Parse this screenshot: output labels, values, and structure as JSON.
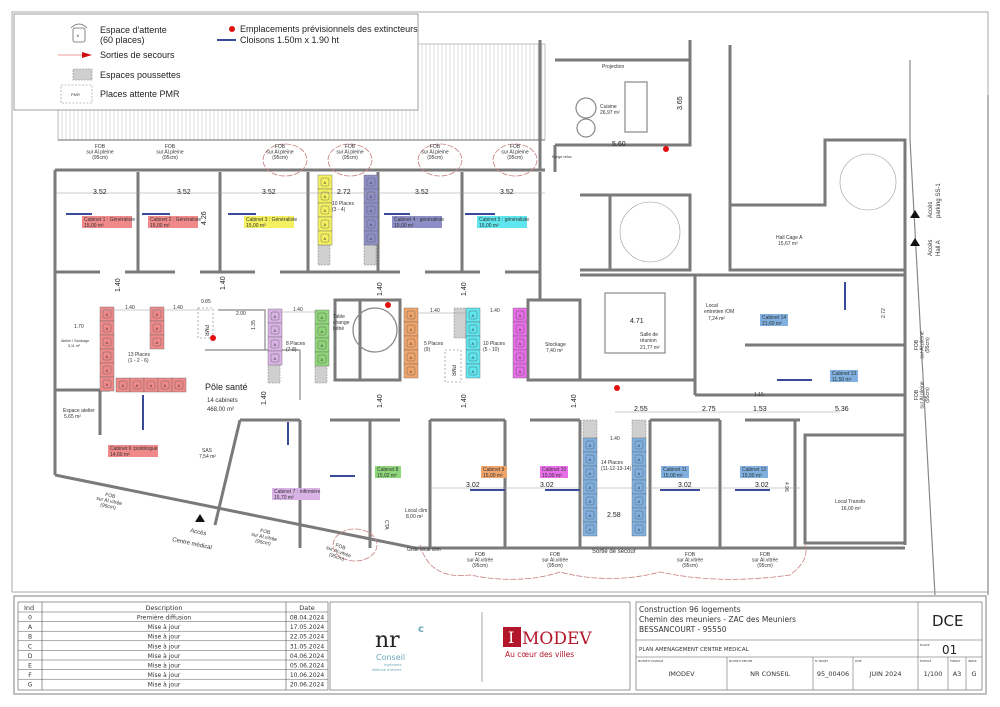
{
  "legend": {
    "waiting": "Espace d'attente",
    "waiting_sub": "(60 places)",
    "seat_glyph": "A",
    "exits": "Sorties de secours",
    "strollers": "Espaces poussettes",
    "pmr_glyph": "PMR",
    "pmr": "Places attente PMR",
    "extinguishers": "Emplacements prévisionnels des extincteurs",
    "partitions": "Cloisons 1.50m x 1.90 ht"
  },
  "colors": {
    "red": "#f08a8a",
    "yellow": "#f5f060",
    "slate": "#8f8fc8",
    "cyan": "#5fe6ee",
    "lavender": "#d9b3e6",
    "green": "#8fd67a",
    "orange": "#f2a56b",
    "magenta": "#e86de8",
    "blue": "#7fb0df",
    "extinguisher": "#e01010",
    "partition": "#3a4a9a",
    "exit": "#d01010"
  },
  "cabinets": [
    {
      "name": "Cabinet 1 : Généraliste",
      "area": "15,00 m²"
    },
    {
      "name": "Cabinet 2 : Généraliste",
      "area": "15,00 m²"
    },
    {
      "name": "Cabinet 3 : Généraliste",
      "area": "15,00 m²"
    },
    {
      "name": "Cabinet 4 : généraliste",
      "area": "15,00 m²"
    },
    {
      "name": "Cabinet 5 : généraliste",
      "area": "15,00 m²"
    },
    {
      "name": "Cabinet 6 :podologue",
      "area": "14,60 m²"
    },
    {
      "name": "Cabinet 7 : Infirmière",
      "area": "15,70 m²"
    },
    {
      "name": "Cabinet 8",
      "area": "15,02 m²"
    },
    {
      "name": "Cabinet 9",
      "area": "15,00 m²"
    },
    {
      "name": "Cabinet 10",
      "area": "15,00 m²"
    },
    {
      "name": "Cabinet 11",
      "area": "15,00 m²"
    },
    {
      "name": "Cabinet 12",
      "area": "15,00 m²"
    },
    {
      "name": "Cabinet 13",
      "area": "11,50 m²"
    },
    {
      "name": "Cabinet 14",
      "area": "21,60 m²"
    }
  ],
  "rooms": {
    "cuisine": {
      "name": "Cuisine",
      "area": "26,97 m²"
    },
    "projection": "Projection",
    "range_velos": "Range vélos",
    "hall": {
      "name": "Hall Cage A",
      "area": "15,67 m²"
    },
    "entretien": {
      "name": "Local",
      "name2": "entretien /OM",
      "area": "7,24 m²"
    },
    "reunion": {
      "name": "Salle de",
      "name2": "réunion",
      "area": "21,77 m²"
    },
    "stockage": {
      "name": "Stockage",
      "area": "7,40 m²"
    },
    "transfo": {
      "name": "Local Transfo",
      "area": "16,00 m²"
    },
    "sas": {
      "name": "SAS",
      "area": "7,54 m²"
    },
    "atelier": {
      "name": "Espace atelier",
      "area": "5,65 m²"
    },
    "atelier_stockage": {
      "name": "Atelier / Stockage",
      "area": "5,11 m²"
    },
    "clim": {
      "name": "Local clim",
      "area": "8,00 m²"
    },
    "change": {
      "l1": "Table",
      "l2": "change",
      "l3": "bébé"
    },
    "pole": {
      "name": "Pôle santé",
      "cabinets": "14 cabinets",
      "area": "468,00 m²"
    },
    "poussette": "Poussette",
    "cta": "CTA",
    "pmr": "PMR"
  },
  "waiting": [
    {
      "label": "13 Places",
      "sub": "(1 - 2 - 6)"
    },
    {
      "label": "10 Places",
      "sub": "(3 - 4)"
    },
    {
      "label": "8 Places",
      "sub": "(7-8)"
    },
    {
      "label": "5 Places",
      "sub": "(9)"
    },
    {
      "label": "10 Places",
      "sub": "(5 - 10)"
    },
    {
      "label": "14 Places",
      "sub": "(11-12-13-14)"
    }
  ],
  "fob": {
    "l1": "FOB",
    "pleine": "sur Al.pleine",
    "vitree": "sur Al.vitrée",
    "size": "(95cm)"
  },
  "access": {
    "centre1": "Accès",
    "centre2": "Centre médical",
    "parking1": "Accès",
    "parking2": "parking SS-1",
    "hall1": "Accès",
    "hall2": "Hall A",
    "sortie": "Sortie de secour",
    "grille": "Grille local clim"
  },
  "dims": {
    "d352": "3.52",
    "d272": "2.72",
    "d426": "4.26",
    "d140": "1.40",
    "d170": "1.70",
    "d085": "0.85",
    "d200": "2.00",
    "d135": "1.35",
    "d471": "4.71",
    "d255": "2.55",
    "d275": "2.75",
    "d153": "1.53",
    "d536": "5.36",
    "d115": "1.15",
    "d302": "3.02",
    "d258": "2.58",
    "d496": "4.96",
    "d560": "5.60",
    "d365": "3.65"
  },
  "revisions": {
    "headers": [
      "Ind",
      "Description",
      "Date"
    ],
    "rows": [
      [
        "0",
        "Première diffusion",
        "08.04.2024"
      ],
      [
        "A",
        "Mise à jour",
        "17.05.2024"
      ],
      [
        "B",
        "Mise à jour",
        "22.05.2024"
      ],
      [
        "C",
        "Mise à jour",
        "31.05.2024"
      ],
      [
        "D",
        "Mise à jour",
        "04.06.2024"
      ],
      [
        "E",
        "Mise à jour",
        "05.06.2024"
      ],
      [
        "F",
        "Mise à jour",
        "10.06.2024"
      ],
      [
        "G",
        "Mise à jour",
        "20.06.2024"
      ]
    ]
  },
  "logos": {
    "nr": "nr",
    "nr_sup": "c",
    "conseil": "Conseil",
    "conseil_sub1": "Ingénierie",
    "conseil_sub2": "Maîtrise d'œuvre",
    "imodev_i": "I",
    "imodev": "MODEV",
    "imodev_tag": "Au cœur des villes"
  },
  "titleblock": {
    "project": [
      "Construction 96 logements",
      "Chemin des meuniers - ZAC des Meuniers",
      "BESSANCOURT - 95550"
    ],
    "phase": "DCE",
    "plan_label": "PLAN N°",
    "plan_number": "01",
    "drawing_title": "PLAN AMENAGEMENT CENTRE MEDICAL",
    "fields": [
      {
        "label": "MAITRE D'OUVRAGE",
        "value": "IMODEV"
      },
      {
        "label": "MAITRE D'OEUVRE",
        "value": "NR CONSEIL"
      },
      {
        "label": "N° PROJET",
        "value": "95_00406"
      },
      {
        "label": "DATE",
        "value": "JUIN 2024"
      },
      {
        "label": "ECHELLE",
        "value": "1/100"
      },
      {
        "label": "FORMAT",
        "value": "A3"
      },
      {
        "label": "INDICE",
        "value": "G"
      }
    ]
  }
}
